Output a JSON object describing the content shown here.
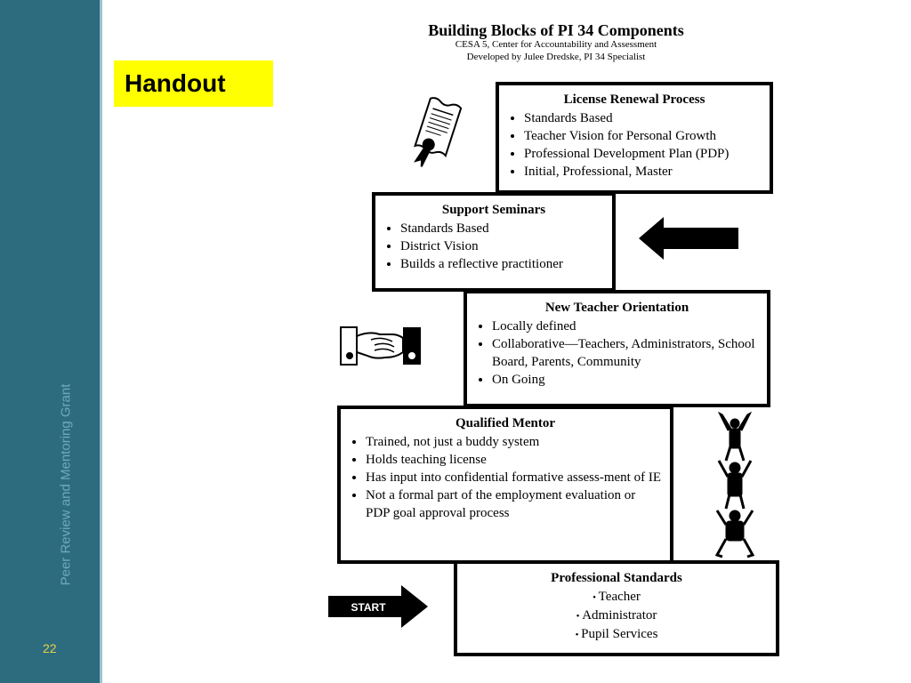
{
  "sidebar": {
    "vertical_text": "Peer Review and Mentoring Grant",
    "slide_number": "22"
  },
  "label": {
    "handout": "Handout"
  },
  "header": {
    "title": "Building Blocks of PI 34 Components",
    "subtitle1": "CESA 5, Center for Accountability and Assessment",
    "subtitle2": "Developed by Julee Dredske, PI 34 Specialist"
  },
  "blocks": {
    "license": {
      "title": "License Renewal Process",
      "items": [
        "Standards Based",
        "Teacher Vision for Personal Growth",
        "Professional Development Plan (PDP)",
        "Initial, Professional, Master"
      ]
    },
    "support": {
      "title": "Support Seminars",
      "items": [
        "Standards Based",
        "District Vision",
        "Builds a reflective practitioner"
      ]
    },
    "orientation": {
      "title": "New Teacher Orientation",
      "items": [
        "Locally defined",
        "Collaborative—Teachers, Administrators, School Board, Parents, Community",
        "On Going"
      ]
    },
    "mentor": {
      "title": "Qualified Mentor",
      "items": [
        "Trained, not just a buddy system",
        "Holds teaching license",
        "Has input into confidential formative assess-ment of IE",
        "Not a formal part of the employment evaluation or PDP goal approval process"
      ]
    },
    "standards": {
      "title": "Professional Standards",
      "items": [
        "Teacher",
        "Administrator",
        "Pupil Services"
      ]
    }
  },
  "start_arrow": {
    "label": "START"
  },
  "colors": {
    "sidebar": "#2d6b7f",
    "highlight": "#ffff00",
    "slide_number": "#e8d14a"
  }
}
